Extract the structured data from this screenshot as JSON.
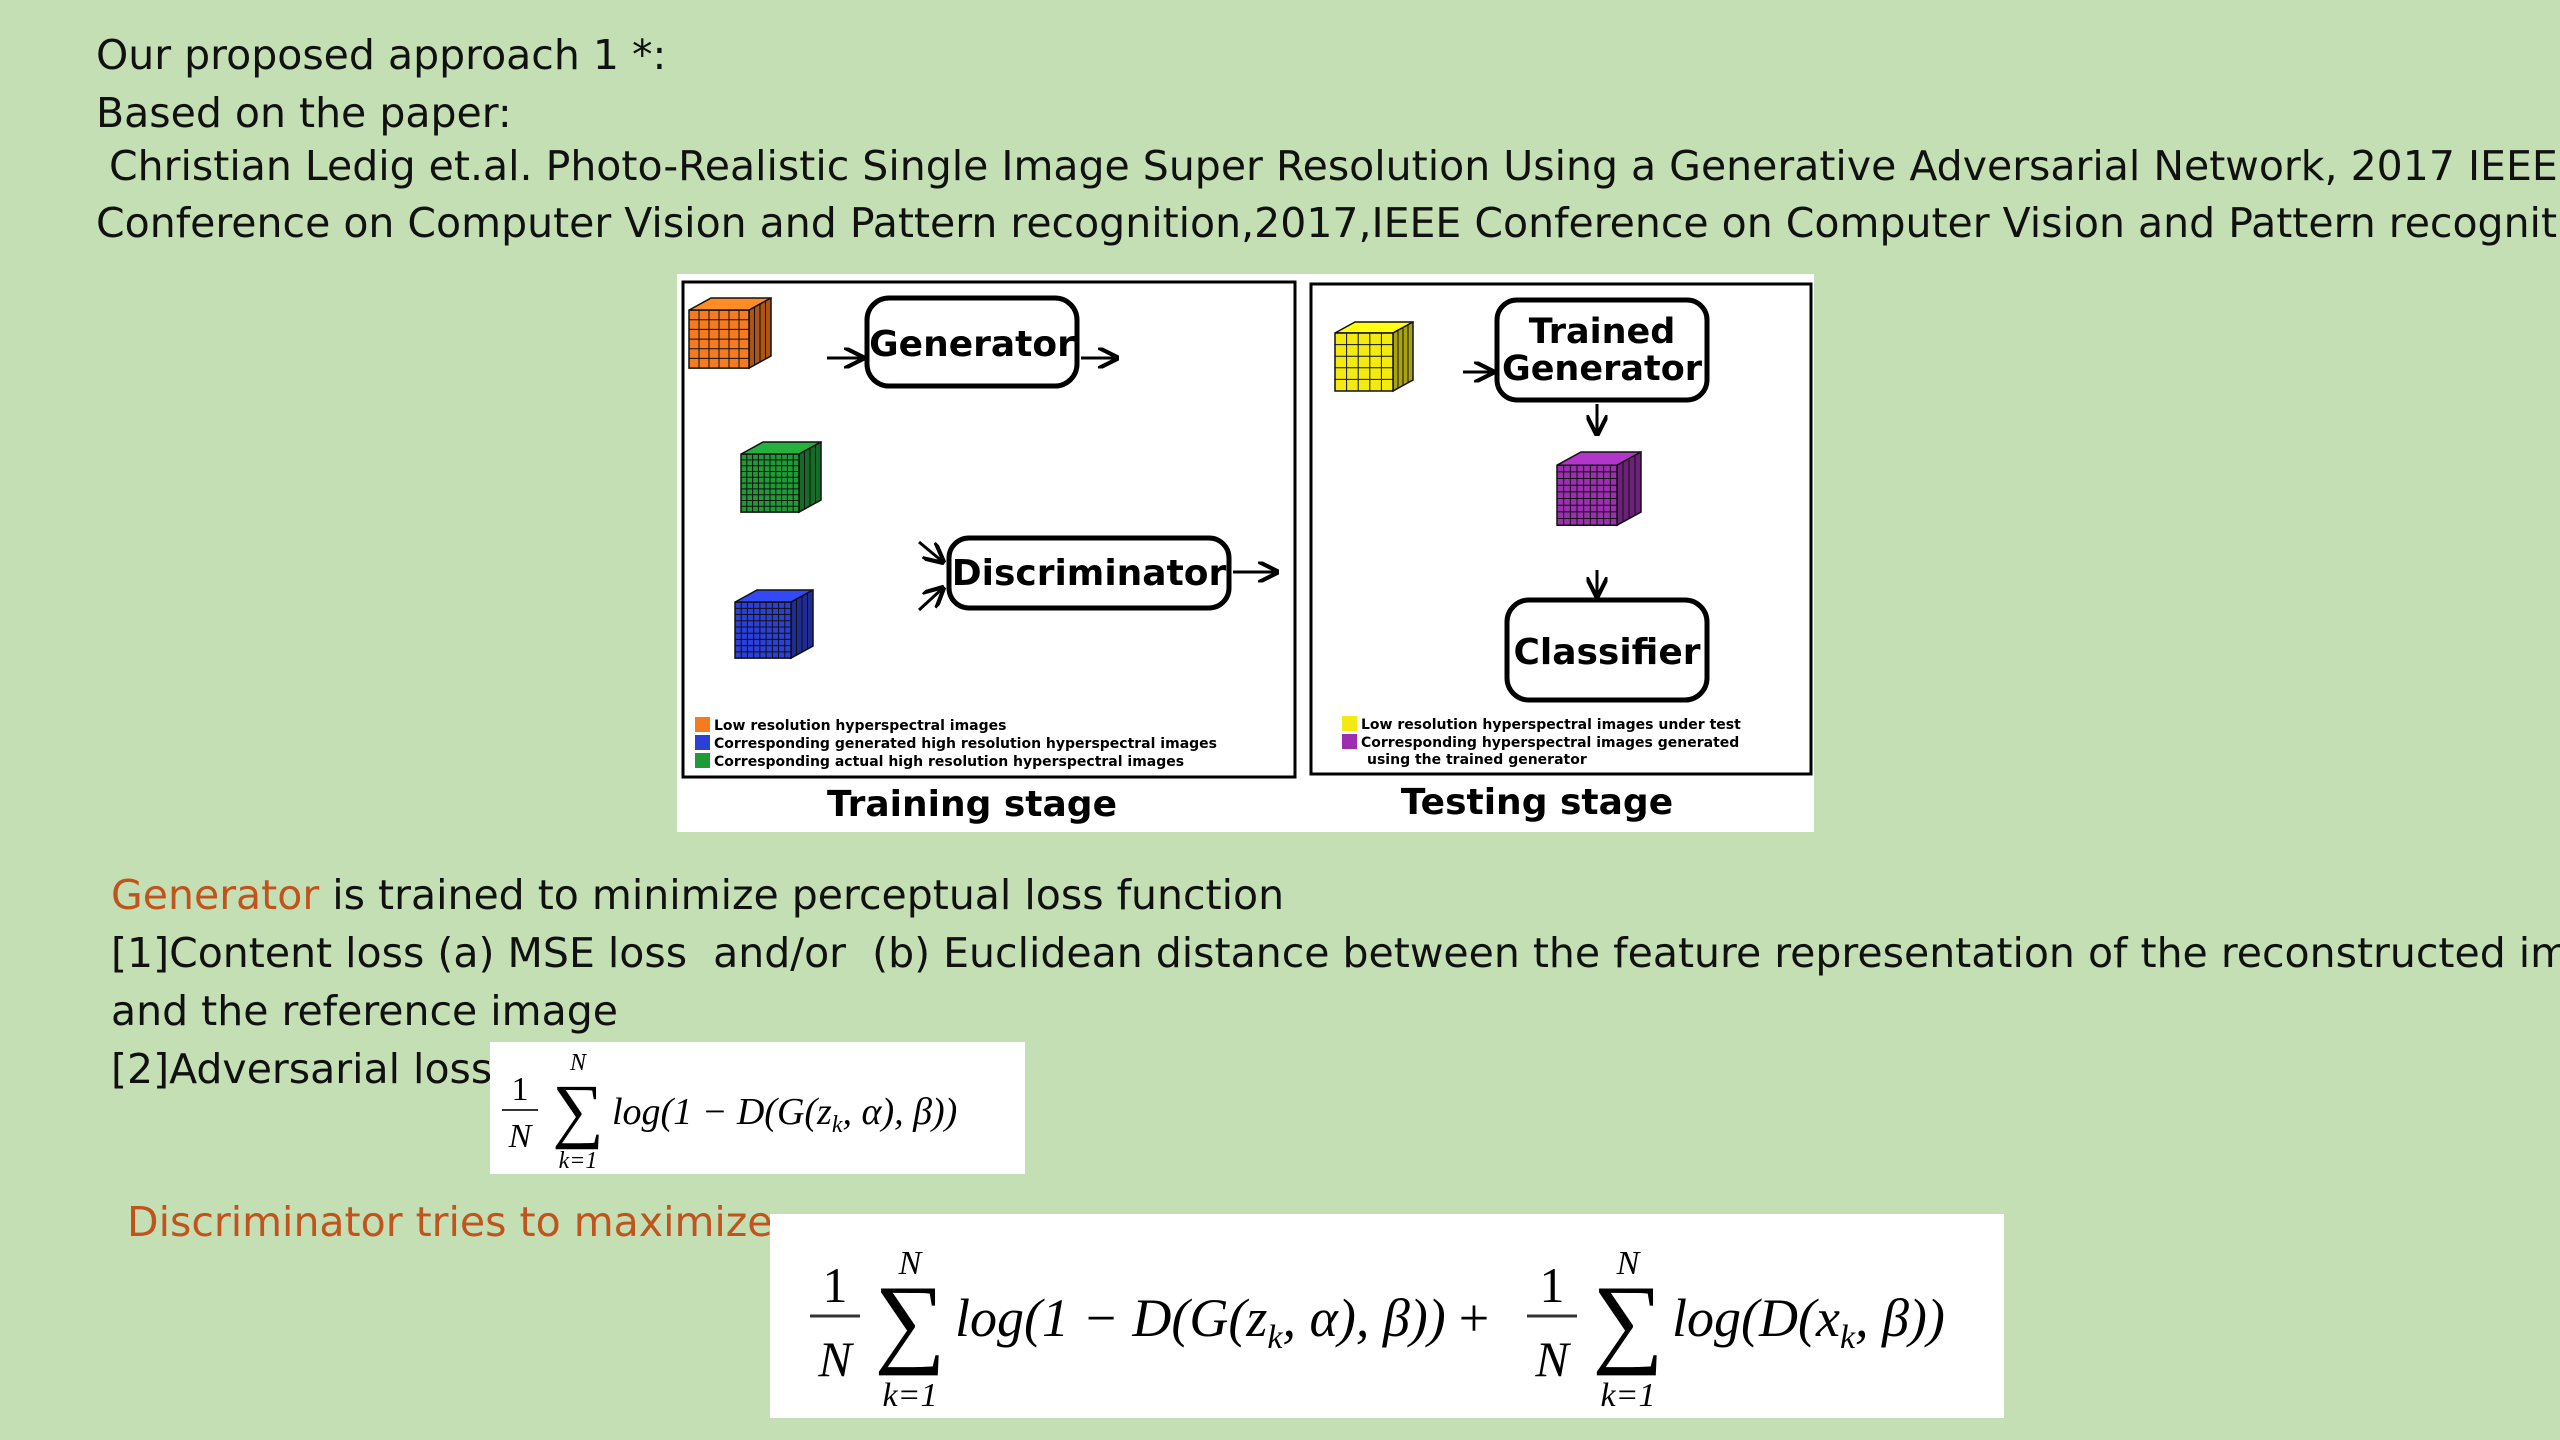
{
  "header": {
    "line1": "Our proposed approach 1 *:",
    "line2": "Based on the paper:",
    "citation_line1": " Christian Ledig et.al. Photo-Realistic Single Image Super Resolution Using a Generative Adversarial Network, 2017 IEEE",
    "citation_line2": "Conference on Computer Vision and Pattern recognition,2017,IEEE Conference on Computer Vision and Pattern recognition"
  },
  "figure": {
    "training": {
      "generator_label": "Generator",
      "discriminator_label": "Discriminator",
      "stage_label": "Training stage",
      "legend": [
        {
          "color": "#f57a20",
          "text": "Low resolution hyperspectral images"
        },
        {
          "color": "#2c3fd6",
          "text": "Corresponding generated high resolution hyperspectral images"
        },
        {
          "color": "#1f9a36",
          "text": "Corresponding actual high resolution hyperspectral images"
        }
      ]
    },
    "testing": {
      "generator_label_line1": "Trained",
      "generator_label_line2": "Generator",
      "classifier_label": "Classifier",
      "stage_label": "Testing stage",
      "legend": [
        {
          "color": "#f2ea10",
          "text": "Low resolution hyperspectral images  under test"
        },
        {
          "color": "#9b2fb0",
          "text": "Corresponding hyperspectral images generated"
        }
      ],
      "legend_extra": "using the trained generator"
    },
    "colors": {
      "orange": "#f57a20",
      "blue": "#2c3fd6",
      "green": "#1f9a36",
      "yellow": "#f2ea10",
      "purple": "#9b2fb0"
    }
  },
  "body": {
    "generator_word": "Generator",
    "generator_rest": " is trained to minimize perceptual loss function",
    "content_loss_line1": "[1]Content loss (a) MSE loss  and/or  (b) Euclidean distance between the feature representation of the reconstructed image",
    "content_loss_line2": "and the reference image",
    "adversarial_label": "[2]Adversarial loss:",
    "discriminator_text": "Discriminator tries to maximize"
  },
  "formulas": {
    "one": "1",
    "N": "N",
    "k1": "k=1",
    "adv_term": "log(1 − D(G(z",
    "adv_tail": ", α), β))",
    "sub_k": "k",
    "plus": "+",
    "disc_term2": "log(D(x",
    "disc_tail2": ", β))"
  }
}
